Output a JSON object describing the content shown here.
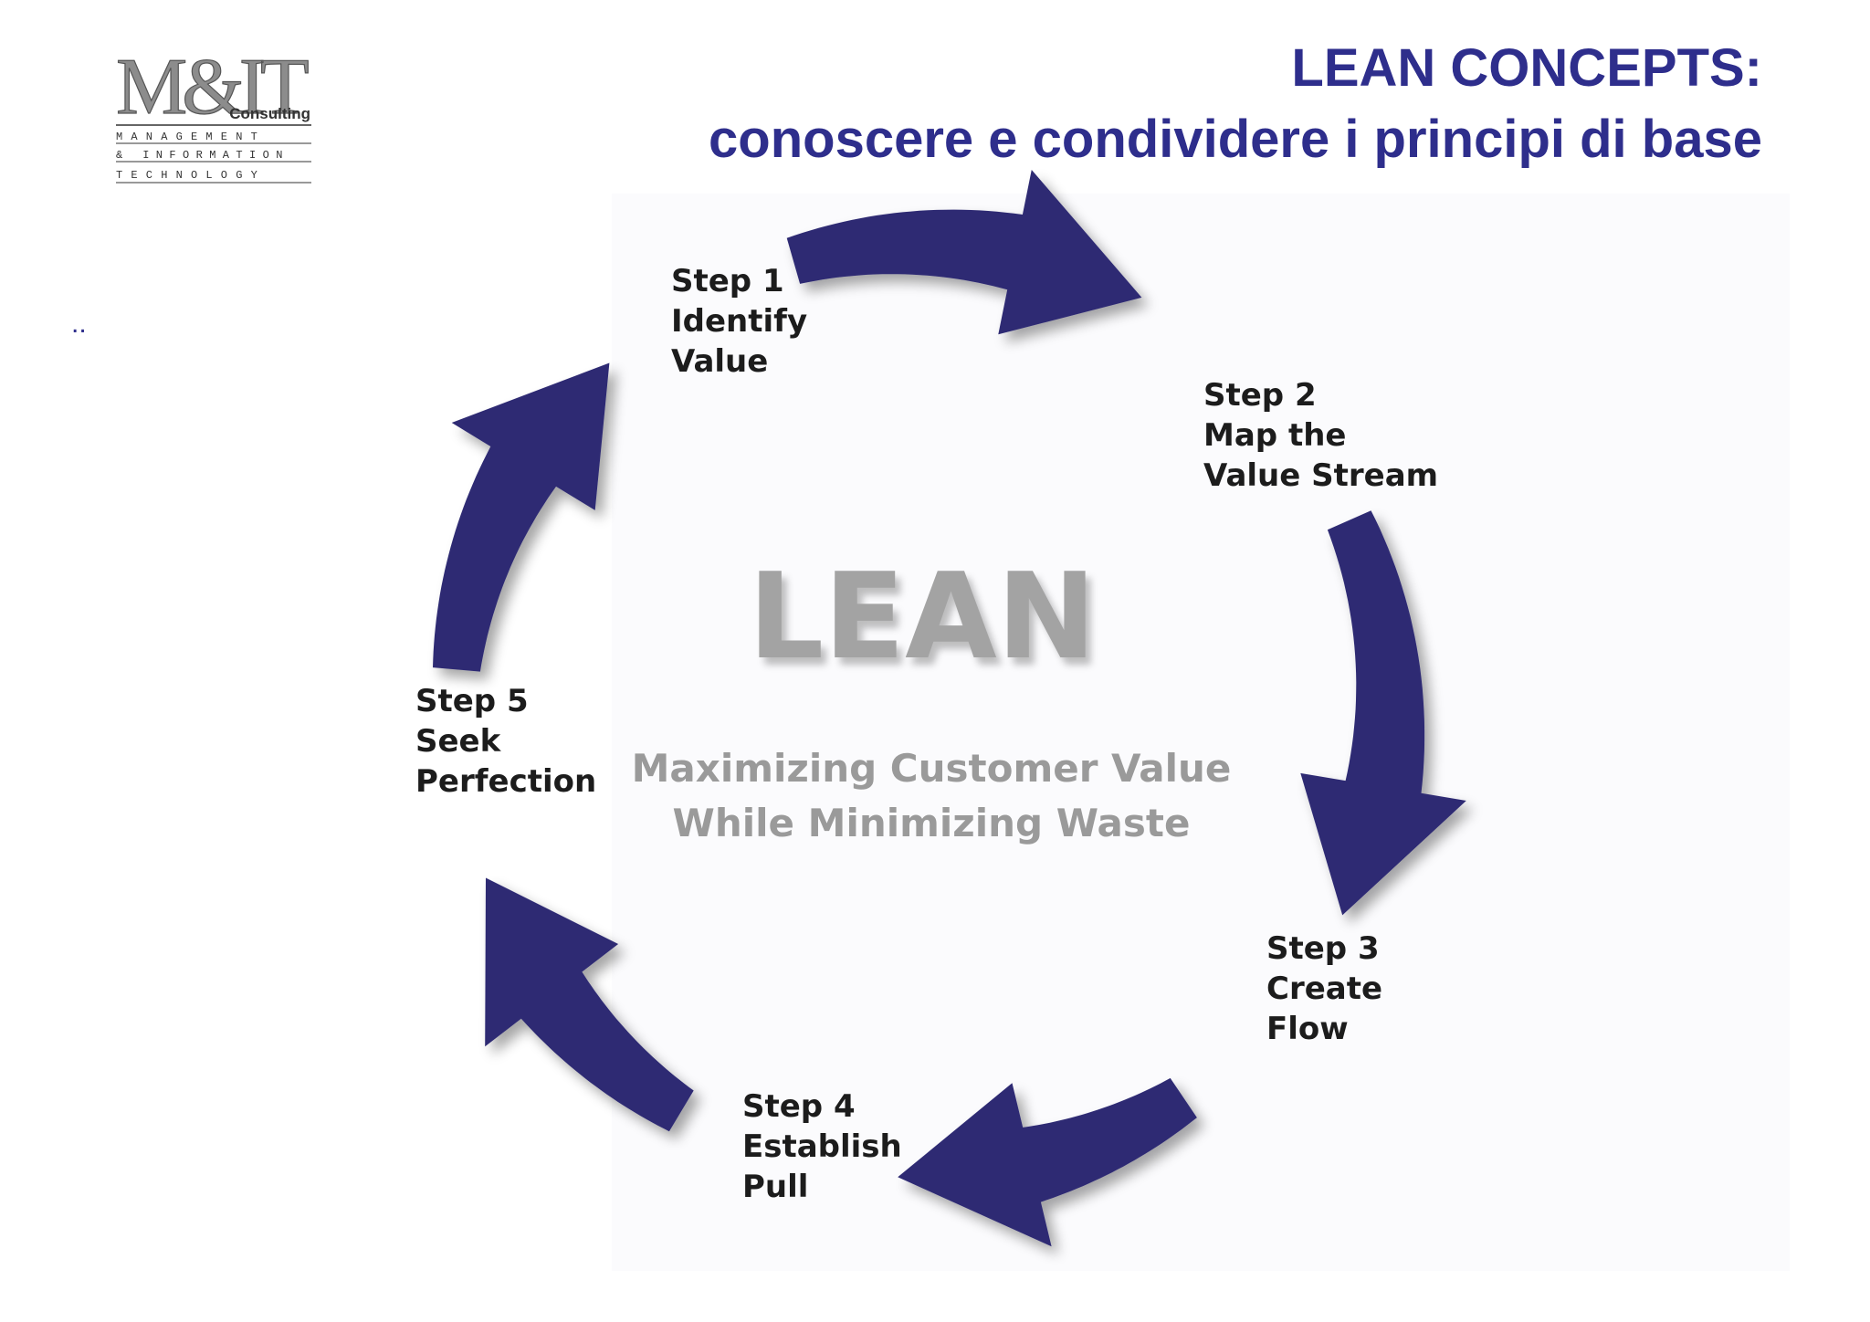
{
  "logo": {
    "mark_text": "M&IT",
    "sub_text": "Consulting",
    "line1": "MANAGEMENT",
    "line2": "& INFORMATION",
    "line3": "TECHNOLOGY"
  },
  "title": {
    "line1": "LEAN CONCEPTS:",
    "line2": "conoscere e condividere i principi di base"
  },
  "bullet_text": "..",
  "diagram": {
    "center_word": "LEAN",
    "tagline_line1": "Maximizing Customer Value",
    "tagline_line2": "While Minimizing Waste",
    "arrow_color": "#2e2b73",
    "steps": [
      {
        "number": "Step 1",
        "line1": "Identify",
        "line2": "Value"
      },
      {
        "number": "Step 2",
        "line1": "Map the",
        "line2": "Value Stream"
      },
      {
        "number": "Step 3",
        "line1": "Create",
        "line2": "Flow"
      },
      {
        "number": "Step 4",
        "line1": "Establish",
        "line2": "Pull"
      },
      {
        "number": "Step 5",
        "line1": "Seek",
        "line2": "Perfection"
      }
    ]
  }
}
